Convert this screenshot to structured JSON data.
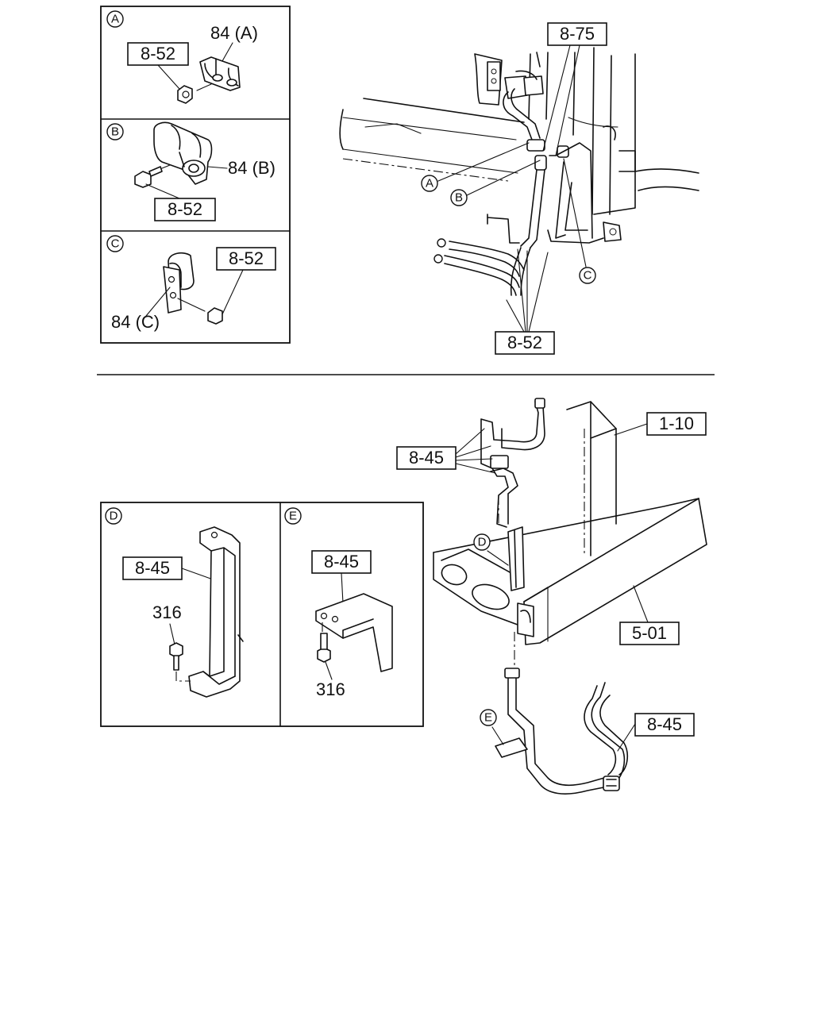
{
  "detail_letters": {
    "a": "A",
    "b": "B",
    "c": "C",
    "d": "D",
    "e": "E"
  },
  "part_refs": {
    "p8_52": "8-52",
    "p8_75": "8-75",
    "p8_45": "8-45",
    "p1_10": "1-10",
    "p5_01": "5-01"
  },
  "part_numbers": {
    "clip_a": "84 (A)",
    "clip_b": "84 (B)",
    "clip_c": "84 (C)",
    "bolt": "316"
  }
}
